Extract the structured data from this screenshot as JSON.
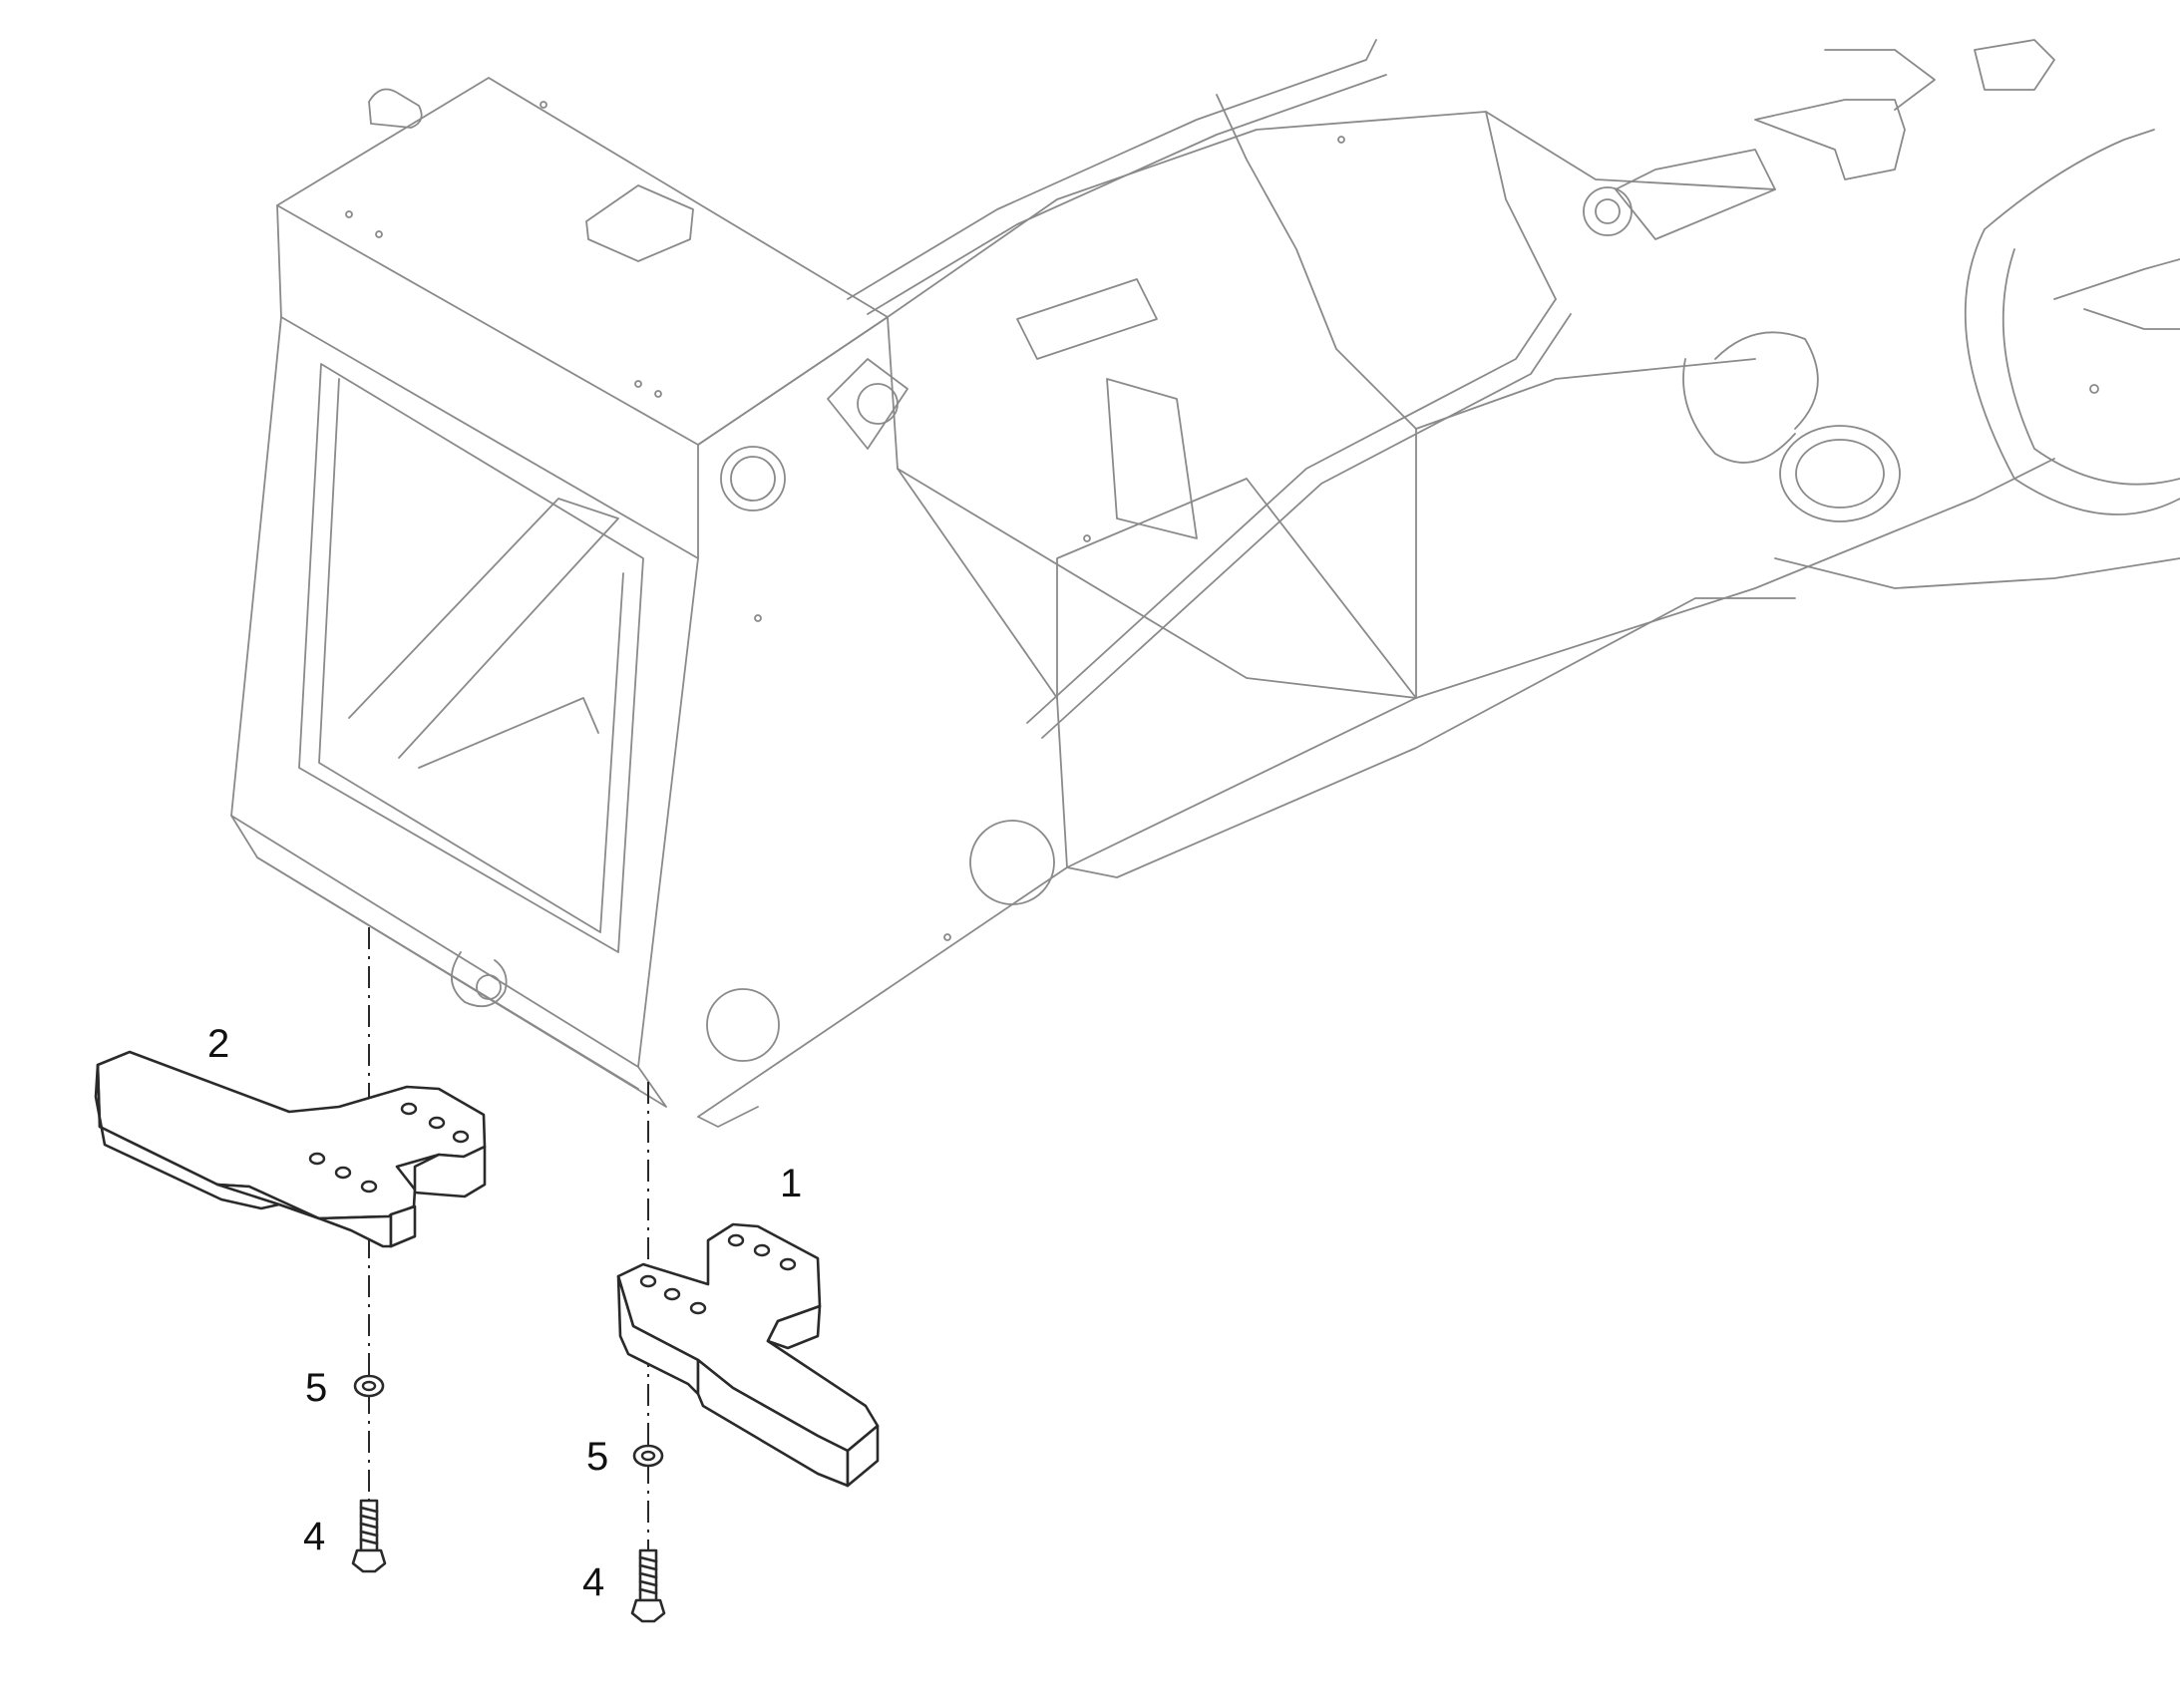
{
  "callouts": {
    "part_1": "1",
    "part_2": "2",
    "part_4_left": "4",
    "part_4_right": "4",
    "part_5_left": "5",
    "part_5_right": "5"
  },
  "colors": {
    "line": "#2a2a2a",
    "frame_line": "#8a8a8a",
    "background": "#ffffff"
  }
}
